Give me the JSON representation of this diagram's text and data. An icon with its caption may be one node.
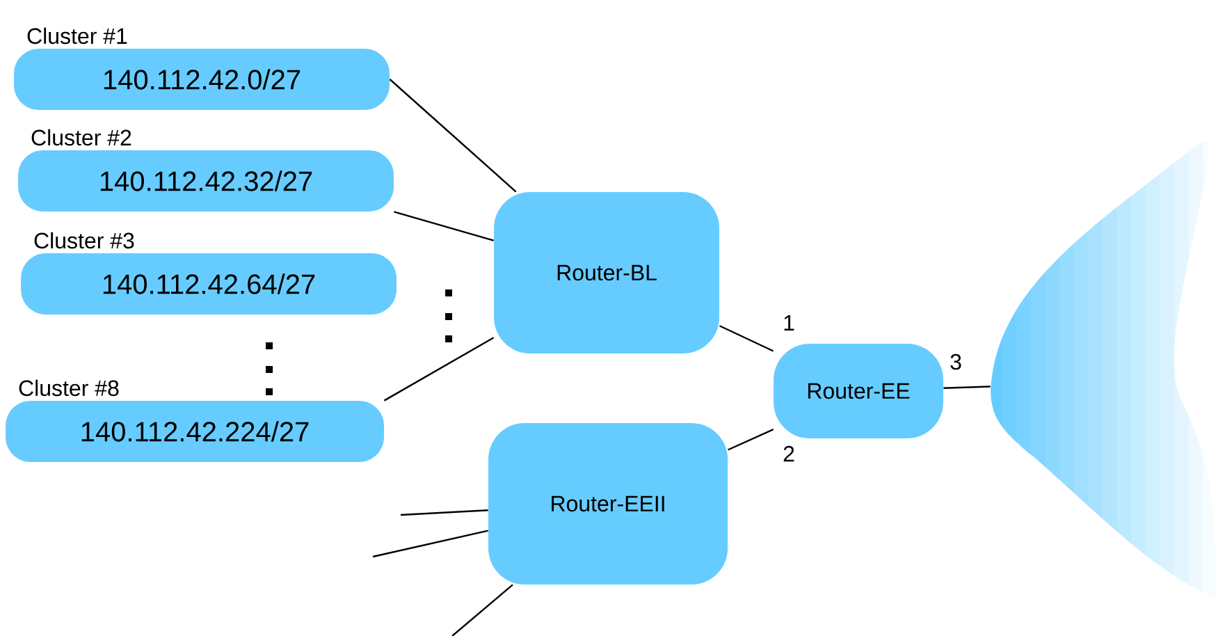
{
  "diagram": {
    "nodes": [
      {
        "text": [
          "Cluster #1",
          "140.112.42.0/27"
        ]
      },
      {
        "text": [
          "Cluster #2",
          "140.112.42.32/27"
        ]
      },
      {
        "text": [
          "Cluster #3",
          "140.112.42.64/27"
        ]
      },
      {
        "text": [
          "Cluster #8",
          "140.112.42.224/27"
        ]
      },
      {
        "text": [
          "Router-BL"
        ]
      },
      {
        "text": [
          "Router-EEII"
        ]
      },
      {
        "text": [
          "Router-EE"
        ]
      },
      {
        "text": [],
        "shape": "cloud"
      }
    ],
    "edges": [
      {
        "from": 0,
        "to": 4,
        "arrow": "none"
      },
      {
        "from": 1,
        "to": 4,
        "arrow": "none"
      },
      {
        "from": 3,
        "to": 4,
        "arrow": "none"
      },
      {
        "from": 4,
        "to": 6,
        "label": "1",
        "arrow": "none"
      },
      {
        "from": 5,
        "to": 6,
        "label": "2",
        "arrow": "none"
      },
      {
        "from": 6,
        "to": 7,
        "label": "3",
        "arrow": "none"
      },
      {
        "from": null,
        "to": 5,
        "arrow": "none"
      },
      {
        "from": null,
        "to": 5,
        "arrow": "none"
      },
      {
        "from": null,
        "to": 5,
        "arrow": "none"
      }
    ]
  }
}
